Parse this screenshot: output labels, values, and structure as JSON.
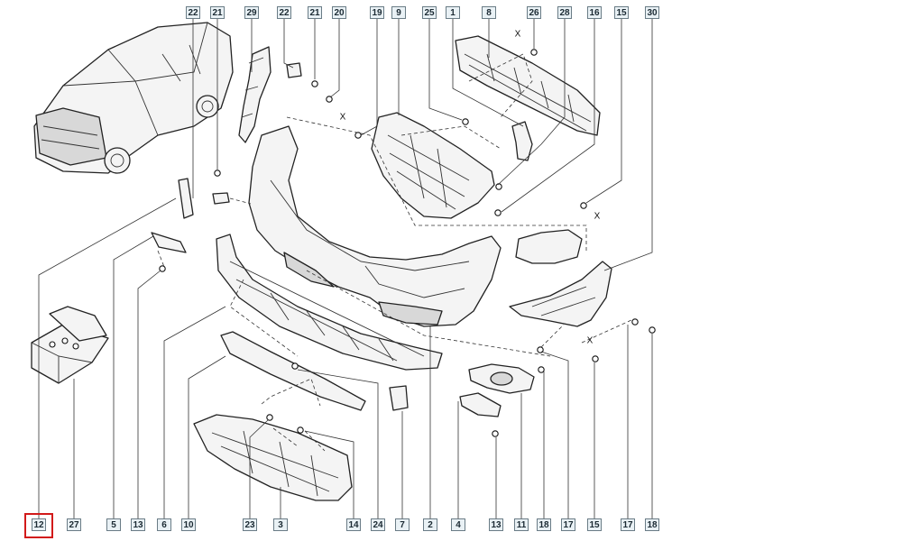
{
  "diagram": {
    "top_callouts": [
      {
        "id": "top-22a",
        "label": "22"
      },
      {
        "id": "top-21a",
        "label": "21"
      },
      {
        "id": "top-29",
        "label": "29"
      },
      {
        "id": "top-22b",
        "label": "22"
      },
      {
        "id": "top-21b",
        "label": "21"
      },
      {
        "id": "top-20",
        "label": "20"
      },
      {
        "id": "top-19",
        "label": "19"
      },
      {
        "id": "top-9",
        "label": "9"
      },
      {
        "id": "top-25",
        "label": "25"
      },
      {
        "id": "top-1",
        "label": "1"
      },
      {
        "id": "top-8",
        "label": "8"
      },
      {
        "id": "top-26",
        "label": "26"
      },
      {
        "id": "top-28",
        "label": "28"
      },
      {
        "id": "top-16",
        "label": "16"
      },
      {
        "id": "top-15",
        "label": "15"
      },
      {
        "id": "top-30",
        "label": "30"
      }
    ],
    "bottom_callouts": [
      {
        "id": "bot-12",
        "label": "12",
        "highlight": true
      },
      {
        "id": "bot-27",
        "label": "27"
      },
      {
        "id": "bot-5",
        "label": "5"
      },
      {
        "id": "bot-13a",
        "label": "13"
      },
      {
        "id": "bot-6",
        "label": "6"
      },
      {
        "id": "bot-10",
        "label": "10"
      },
      {
        "id": "bot-23",
        "label": "23"
      },
      {
        "id": "bot-3",
        "label": "3"
      },
      {
        "id": "bot-14",
        "label": "14"
      },
      {
        "id": "bot-24",
        "label": "24"
      },
      {
        "id": "bot-7",
        "label": "7"
      },
      {
        "id": "bot-2",
        "label": "2"
      },
      {
        "id": "bot-4",
        "label": "4"
      },
      {
        "id": "bot-13b",
        "label": "13"
      },
      {
        "id": "bot-11",
        "label": "11"
      },
      {
        "id": "bot-18a",
        "label": "18"
      },
      {
        "id": "bot-17a",
        "label": "17"
      },
      {
        "id": "bot-15",
        "label": "15"
      },
      {
        "id": "bot-17b",
        "label": "17"
      },
      {
        "id": "bot-18b",
        "label": "18"
      }
    ],
    "x_marks": [
      "X",
      "X",
      "X",
      "X"
    ],
    "highlight_color": "#d21a1a",
    "callout_fill": "#e9f1f5"
  }
}
